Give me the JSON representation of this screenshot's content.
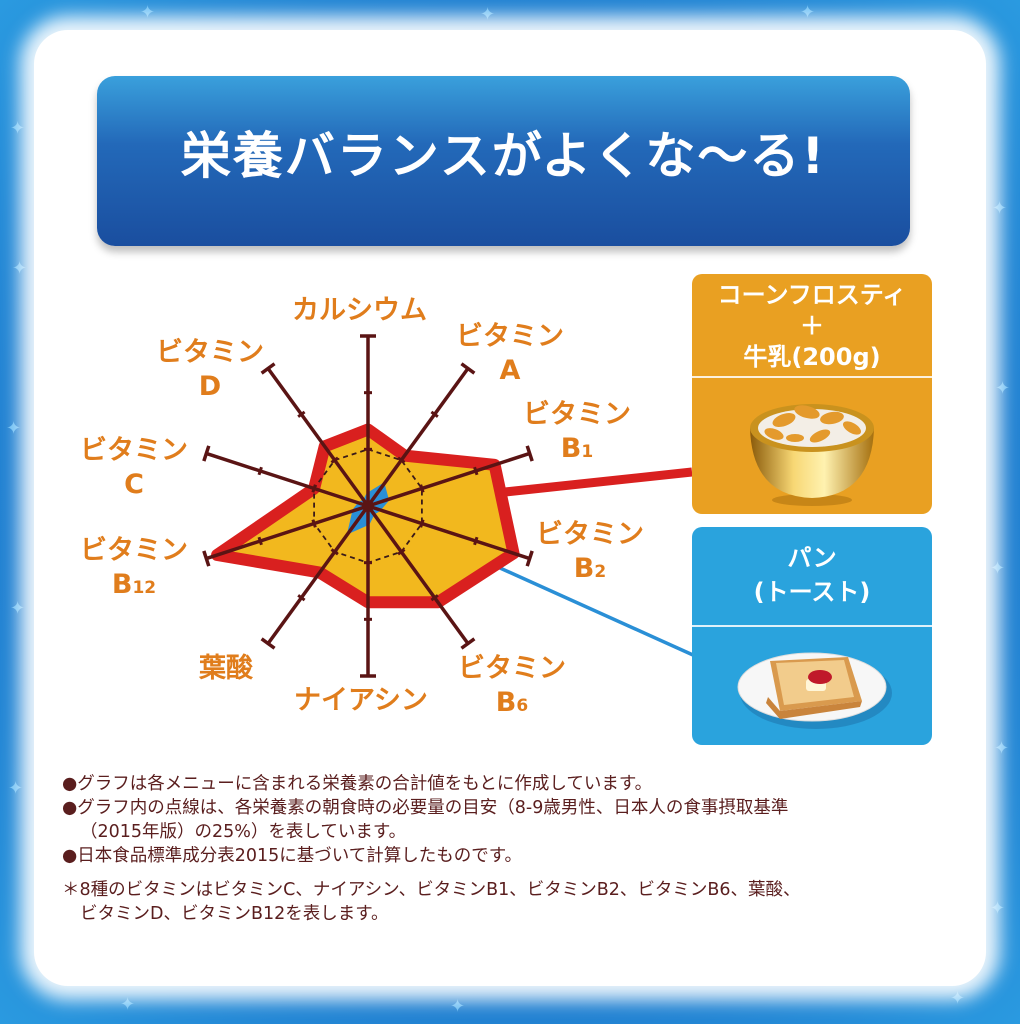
{
  "title": "栄養バランスがよくな〜る!",
  "colors": {
    "background_blue": "#1a5bb5",
    "banner_top": "#3aa0dc",
    "banner_bottom": "#1a4e9f",
    "label_orange": "#e07d1c",
    "axis_dark": "#5a1414",
    "cereal_fill": "#f2b81e",
    "cereal_stroke": "#d9201f",
    "toast_fill": "#2a8fd6",
    "cereal_panel": "#e9a022",
    "toast_panel": "#2aa3dd",
    "note_text": "#5a1e1e"
  },
  "chart_data": {
    "type": "radar",
    "title": "栄養バランスがよくな〜る!",
    "axes": [
      "カルシウム",
      "ビタミンA",
      "ビタミンB1",
      "ビタミンB2",
      "ビタミンB6",
      "ナイアシン",
      "葉酸",
      "ビタミンB12",
      "ビタミンC",
      "ビタミンD"
    ],
    "range": [
      0,
      3
    ],
    "reference": {
      "name": "朝食時の必要量の目安 (25%)",
      "value": 1,
      "style": "dashed"
    },
    "series": [
      {
        "name": "コーンフロスティ＋牛乳(200g)",
        "values": [
          1.35,
          1.1,
          2.35,
          2.7,
          2.1,
          1.7,
          1.45,
          2.8,
          1.0,
          1.3
        ]
      },
      {
        "name": "パン(トースト)",
        "values": [
          0.2,
          0.45,
          0.35,
          0.2,
          0.15,
          0.3,
          0.55,
          0.25,
          0.15,
          0.1
        ]
      }
    ],
    "grid": false,
    "legend_position": "right"
  },
  "labels": {
    "calcium": "カルシウム",
    "vitA": {
      "main": "ビタミン",
      "sub": "A"
    },
    "vitB1": {
      "main": "ビタミン",
      "sub": "B",
      "subscript": "1"
    },
    "vitB2": {
      "main": "ビタミン",
      "sub": "B",
      "subscript": "2"
    },
    "vitB6": {
      "main": "ビタミン",
      "sub": "B",
      "subscript": "6"
    },
    "niacin": "ナイアシン",
    "folate": "葉酸",
    "vitB12": {
      "main": "ビタミン",
      "sub": "B",
      "subscript": "12"
    },
    "vitC": {
      "main": "ビタミン",
      "sub": "C"
    },
    "vitD": {
      "main": "ビタミン",
      "sub": "D"
    }
  },
  "legend": {
    "cereal": {
      "line1": "コーンフロスティ",
      "line2": "＋",
      "line3": "牛乳(200g)"
    },
    "toast": {
      "line1": "パン",
      "line2": "(トースト)"
    }
  },
  "notes": {
    "n1": "●グラフは各メニューに含まれる栄養素の合計値をもとに作成しています。",
    "n2a": "●グラフ内の点線は、各栄養素の朝食時の必要量の目安（8-9歳男性、日本人の食事摂取基準",
    "n2b": "（2015年版）の25%）を表しています。",
    "n3": "●日本食品標準成分表2015に基づいて計算したものです。",
    "n4a": "＊8種のビタミンはビタミンC、ナイアシン、ビタミンB1、ビタミンB2、ビタミンB6、葉酸、",
    "n4b": "ビタミンD、ビタミンB12を表します。"
  }
}
